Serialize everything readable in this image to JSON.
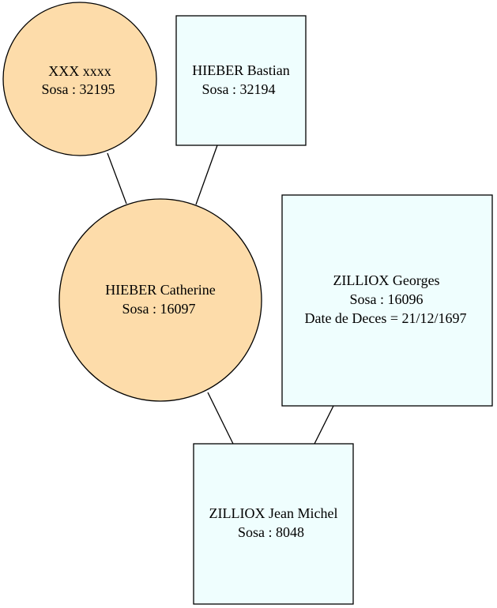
{
  "colors": {
    "female_fill": "#fddcaa",
    "male_fill": "#effefe",
    "stroke": "#000000"
  },
  "nodes": {
    "xxx": {
      "shape": "circle",
      "sex": "female",
      "lines": [
        "XXX xxxx",
        "Sosa : 32195"
      ]
    },
    "hieber_bastian": {
      "shape": "rect",
      "sex": "male",
      "lines": [
        "HIEBER Bastian",
        "Sosa : 32194"
      ]
    },
    "hieber_catherine": {
      "shape": "circle",
      "sex": "female",
      "lines": [
        "HIEBER Catherine",
        "Sosa : 16097"
      ]
    },
    "zilliox_georges": {
      "shape": "rect",
      "sex": "male",
      "lines": [
        "ZILLIOX Georges",
        "Sosa : 16096",
        "Date de Deces = 21/12/1697"
      ]
    },
    "zilliox_jean_michel": {
      "shape": "rect",
      "sex": "male",
      "lines": [
        "ZILLIOX Jean Michel",
        "Sosa : 8048"
      ]
    }
  },
  "edges": [
    {
      "from": "xxx",
      "to": "hieber_catherine"
    },
    {
      "from": "hieber_bastian",
      "to": "hieber_catherine"
    },
    {
      "from": "hieber_catherine",
      "to": "zilliox_jean_michel"
    },
    {
      "from": "zilliox_georges",
      "to": "zilliox_jean_michel"
    }
  ]
}
